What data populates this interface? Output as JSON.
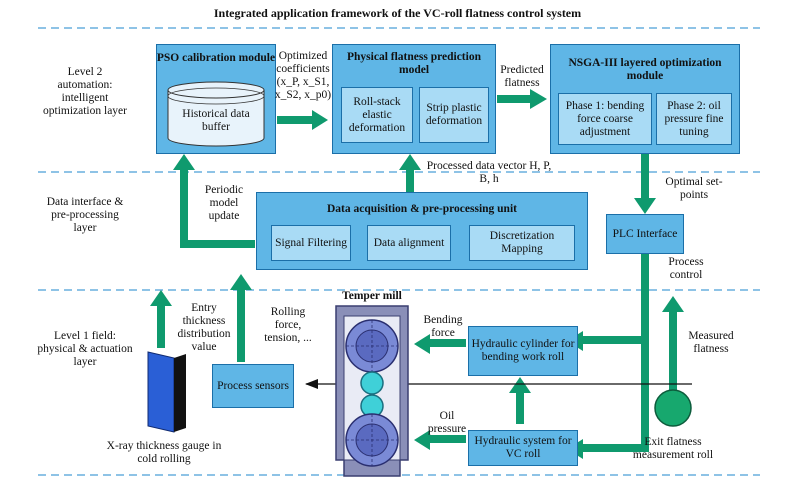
{
  "title": "Integrated application framework of the VC-roll flatness control system",
  "levels": {
    "l2": "Level 2 automation: intelligent optimization layer",
    "data": "Data interface & pre-processing layer",
    "l1": "Level 1 field: physical & actuation layer"
  },
  "pso": {
    "title": "PSO calibration module",
    "buffer": "Historical data buffer"
  },
  "optimized_coefficients": "Optimized coefficients (x_P, x_S1, x_S2, x_p0)",
  "phys": {
    "title": "Physical flatness prediction model",
    "roll": "Roll-stack elastic deformation",
    "strip": "Strip plastic deformation"
  },
  "predicted_flatness": "Predicted flatness",
  "nsga": {
    "title": "NSGA-III layered optimization module",
    "phase1": "Phase 1: bending force coarse adjustment",
    "phase2": "Phase 2: oil pressure fine tuning"
  },
  "processed_data": "Processed data vector H, P, B, h",
  "periodic_update": "Periodic model update",
  "daq": {
    "title": "Data acquisition & pre-processing unit",
    "filter": "Signal Filtering",
    "align": "Data alignment",
    "discrete": "Discretization Mapping"
  },
  "optimal_setpoints": "Optimal set-points",
  "plc": "PLC Interface",
  "process_control": "Process control",
  "entry_thickness": "Entry thickness distribution value",
  "rolling_force": "Rolling force, tension, ...",
  "temper_mill": "Temper mill",
  "bending_force": "Bending force",
  "hyd_cyl": "Hydraulic cylinder for bending work roll",
  "measured_flatness": "Measured flatness",
  "process_sensors": "Process sensors",
  "oil_pressure": "Oil pressure",
  "hyd_sys": "Hydraulic system for VC roll",
  "xray": "X-ray thickness gauge in cold rolling",
  "exit_roll": "Exit flatness measurement roll"
}
